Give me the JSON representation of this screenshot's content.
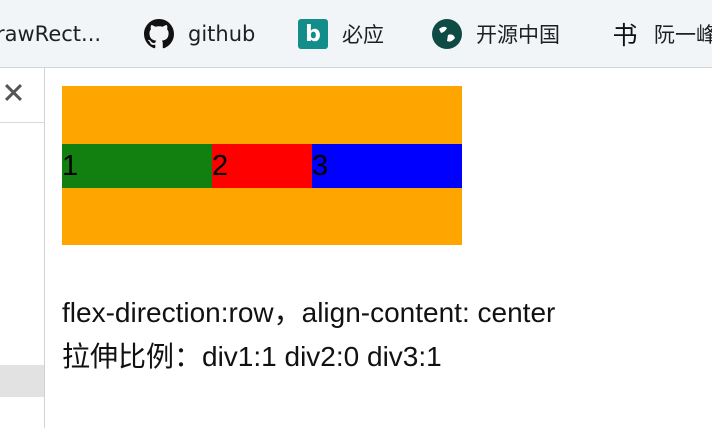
{
  "bookmarks": {
    "items": [
      {
        "label": "rawRect...",
        "icon": "document-icon"
      },
      {
        "label": "github",
        "icon": "github-icon"
      },
      {
        "label": "必应",
        "icon": "bing-icon",
        "icon_glyph": "b"
      },
      {
        "label": "开源中国",
        "icon": "globe-icon"
      },
      {
        "label": "阮一峰",
        "icon": "shu-icon",
        "icon_glyph": "书"
      }
    ]
  },
  "left_panel": {
    "close_icon": "close-icon"
  },
  "flex_demo": {
    "container_color": "#ffa500",
    "items": [
      {
        "label": "1",
        "color": "#118011",
        "flex_grow": 1
      },
      {
        "label": "2",
        "color": "#ff0000",
        "flex_grow": 0
      },
      {
        "label": "3",
        "color": "#0000ff",
        "flex_grow": 1
      }
    ]
  },
  "caption": {
    "line1": "flex-direction:row，align-content: center",
    "line2": "拉伸比例：div1:1 div2:0 div3:1"
  }
}
